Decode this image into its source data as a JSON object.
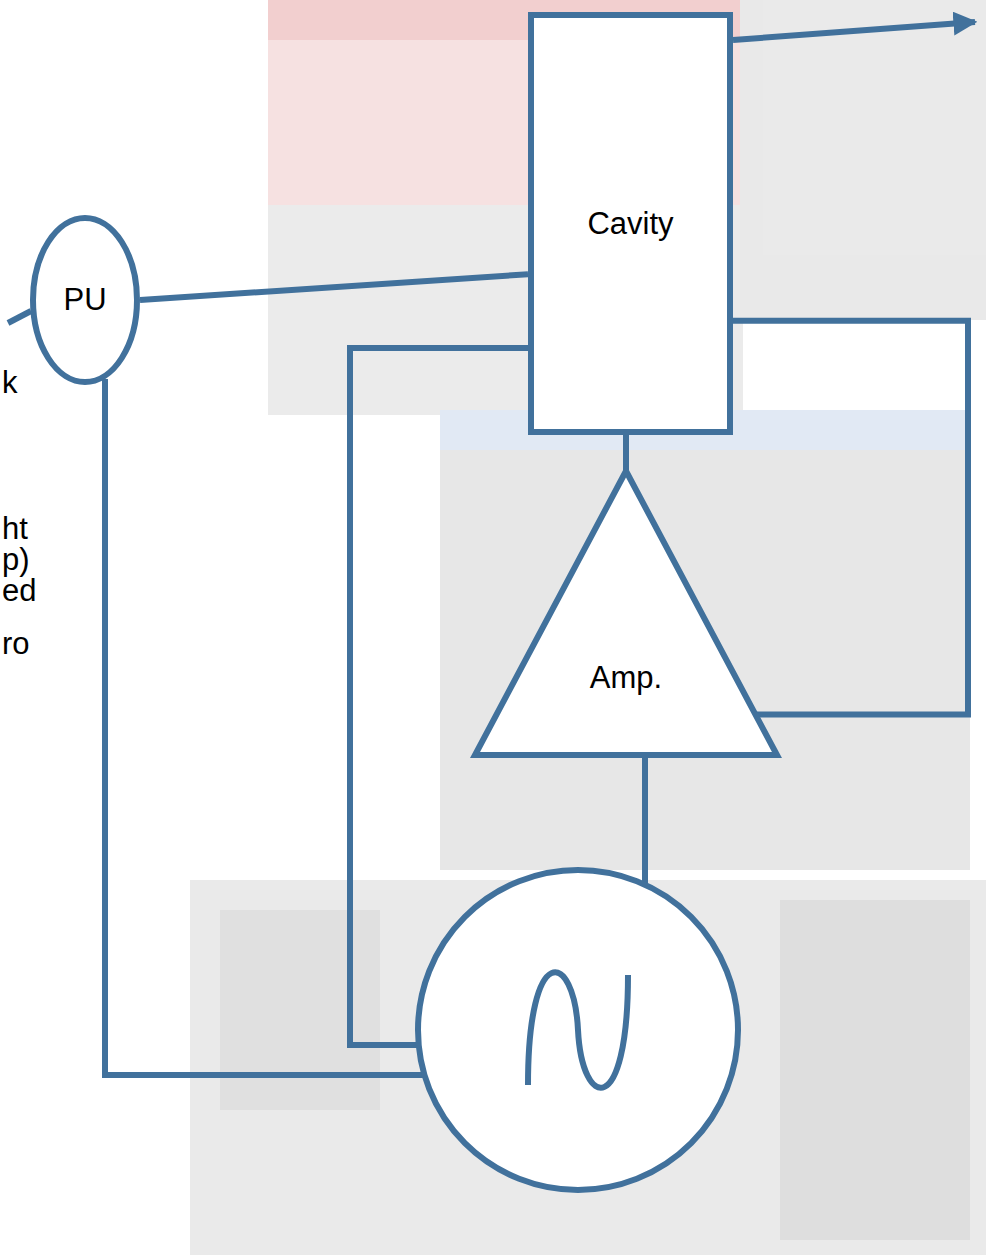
{
  "diagram": {
    "nodes": [
      {
        "text": [
          "Cavity"
        ]
      },
      {
        "text": [
          "PU"
        ]
      },
      {
        "text": [
          "Amp."
        ]
      }
    ],
    "edges": [
      {
        "from": 1,
        "to": 0,
        "arrow": "none"
      },
      {
        "from": 2,
        "to": 0,
        "arrow": "none"
      },
      {
        "from": 0,
        "to": 2,
        "arrow": "none"
      }
    ],
    "labels": [
      "k",
      "ht",
      "p)",
      "ed",
      "ro"
    ]
  }
}
